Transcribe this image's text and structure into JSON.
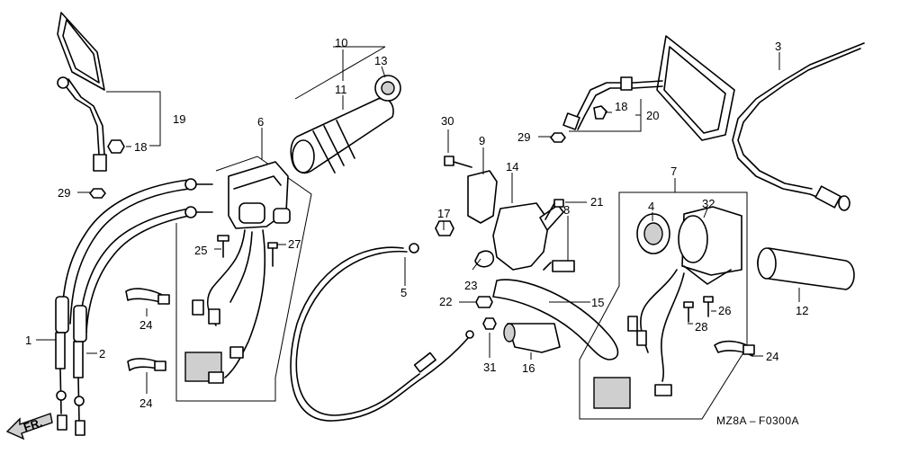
{
  "diagram": {
    "code": "MZ8A – F0300A",
    "fr_label": "FR.",
    "callouts": [
      "1",
      "2",
      "3",
      "4",
      "5",
      "6",
      "7",
      "8",
      "8",
      "9",
      "10",
      "11",
      "12",
      "13",
      "14",
      "15",
      "16",
      "17",
      "18",
      "18",
      "19",
      "20",
      "21",
      "22",
      "23",
      "24",
      "24",
      "24",
      "25",
      "26",
      "27",
      "28",
      "29",
      "29",
      "30",
      "31",
      "32"
    ]
  }
}
